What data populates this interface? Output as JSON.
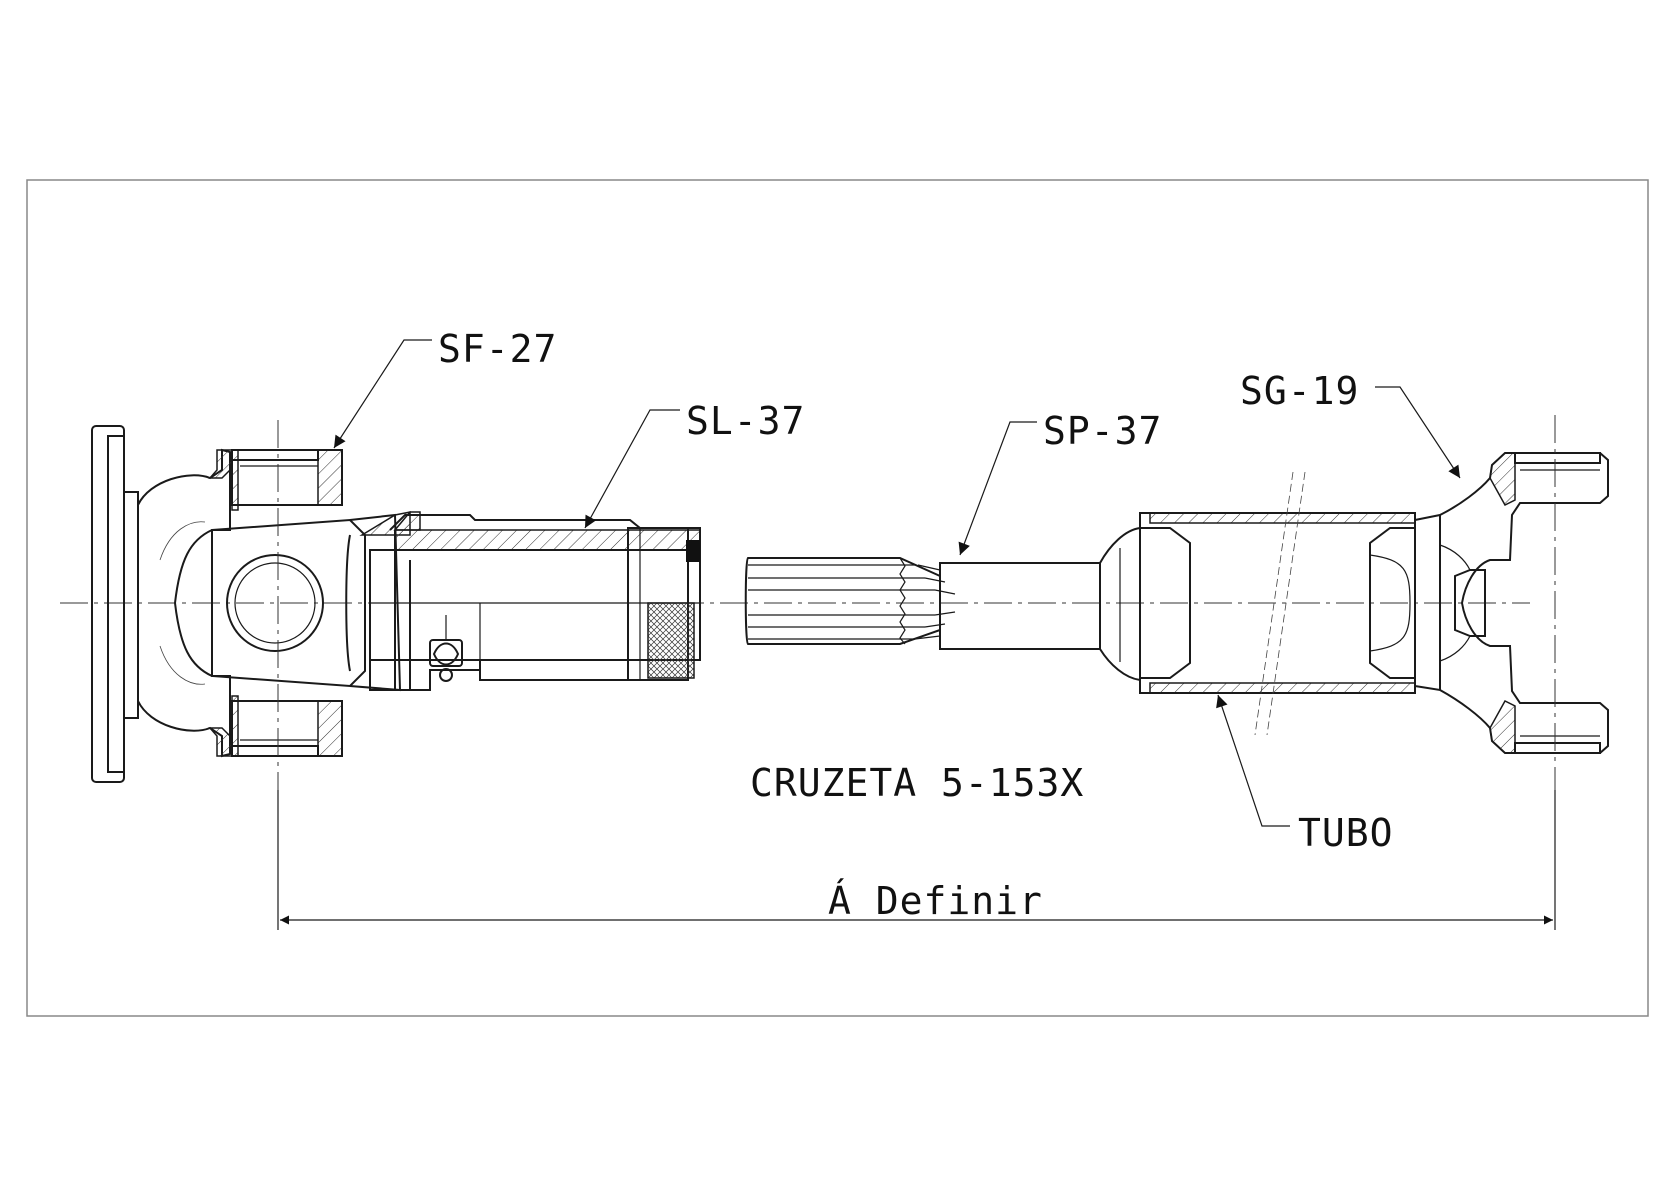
{
  "labels": {
    "sf": "SF-27",
    "sl": "SL-37",
    "sp": "SP-37",
    "sg": "SG-19",
    "tubo": "TUBO",
    "cruzeta": "CRUZETA 5-153X",
    "dimension": "Á Definir"
  }
}
